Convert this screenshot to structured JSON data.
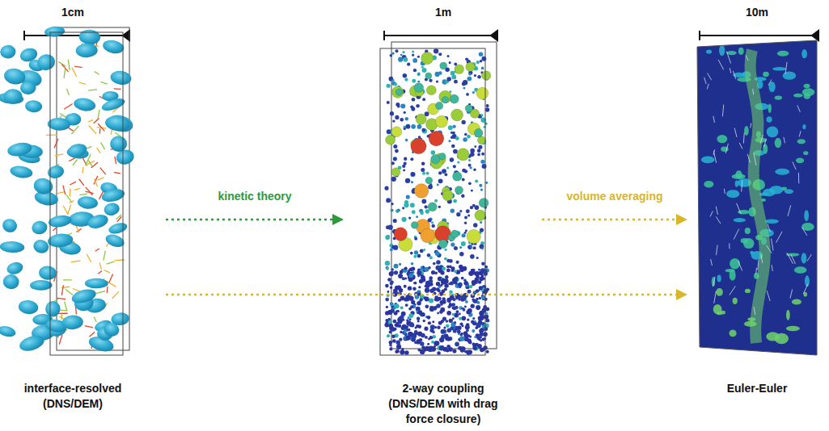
{
  "diagram": {
    "nodes": [
      {
        "text": [
          "1cm",
          "interface-resolved (DNS/DEM)"
        ]
      },
      {
        "text": [
          "1m",
          "2-way coupling (DNS/DEM with drag force closure)"
        ]
      },
      {
        "text": [
          "10m",
          "Euler-Euler"
        ]
      }
    ],
    "edges": [
      {
        "from": 0,
        "to": 1,
        "arrow": "to",
        "label": "kinetic theory"
      },
      {
        "from": 1,
        "to": 2,
        "arrow": "to",
        "label": "volume averaging"
      },
      {
        "from": 0,
        "to": 2,
        "arrow": "to"
      }
    ]
  }
}
